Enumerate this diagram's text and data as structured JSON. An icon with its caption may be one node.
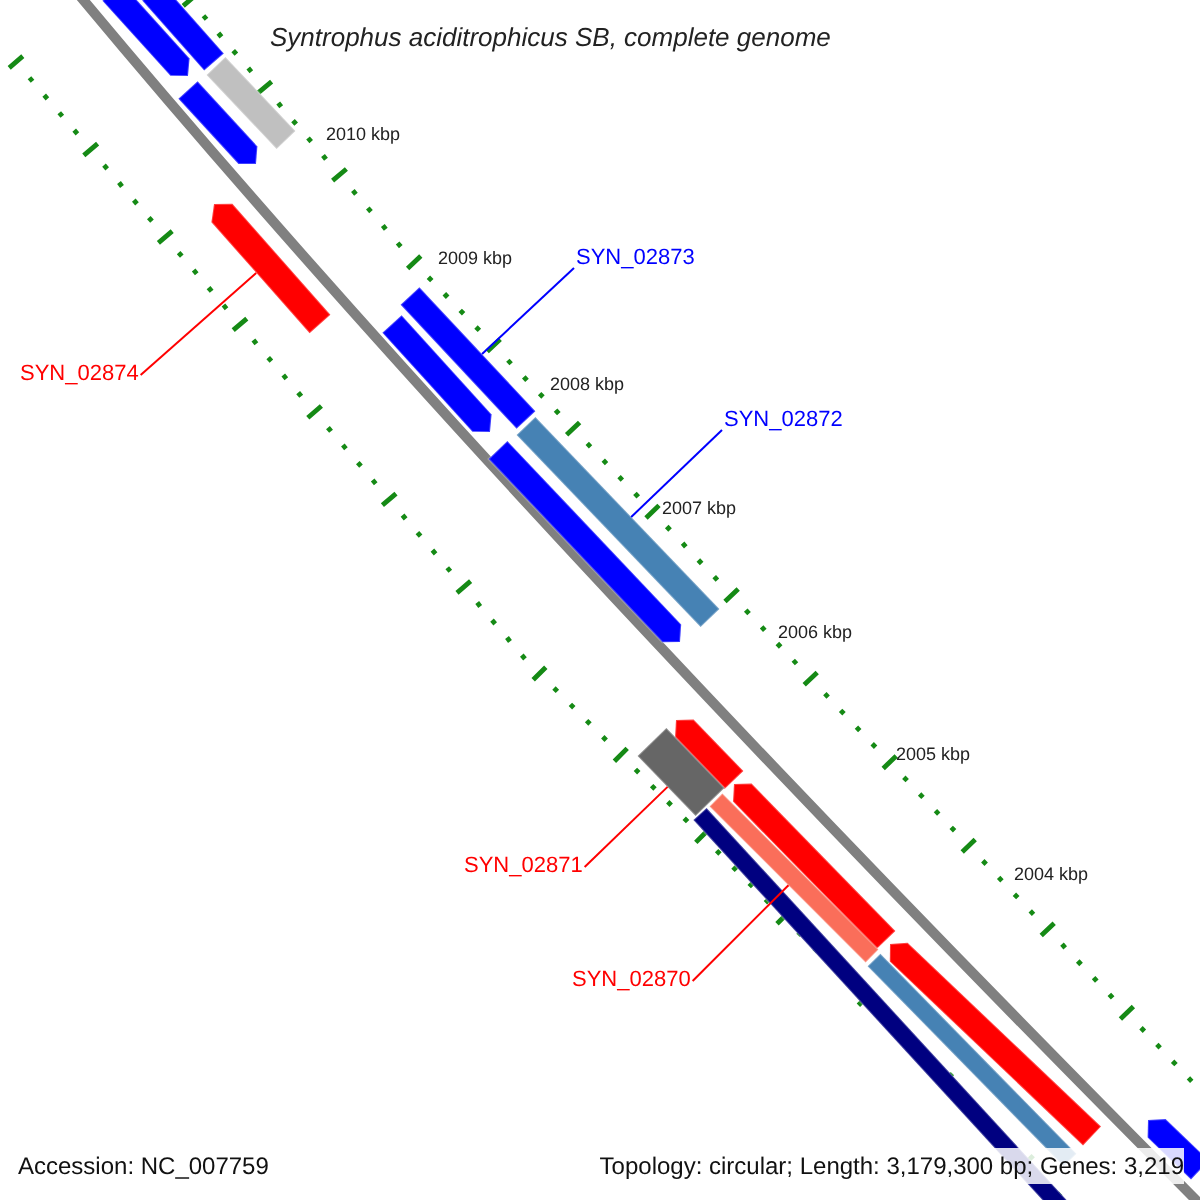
{
  "diagram": {
    "title": "Syntrophus aciditrophicus SB, complete genome",
    "nodes": [
      {
        "text": [
          "SYN_02873"
        ]
      },
      {
        "text": [
          "SYN_02874"
        ]
      },
      {
        "text": [
          "SYN_02872"
        ]
      },
      {
        "text": [
          "SYN_02871"
        ]
      },
      {
        "text": [
          "SYN_02870"
        ]
      },
      {
        "text": [],
        "shape": "arrow"
      },
      {
        "text": [],
        "shape": "bar"
      },
      {
        "text": [],
        "shape": "arrow"
      },
      {
        "text": [],
        "shape": "bar"
      },
      {
        "text": [],
        "shape": "arrow"
      },
      {
        "text": [],
        "shape": "bar"
      },
      {
        "text": [],
        "shape": "arrow"
      },
      {
        "text": [],
        "shape": "arrow"
      },
      {
        "text": [],
        "shape": "bar"
      },
      {
        "text": [],
        "shape": "arrow"
      },
      {
        "text": [],
        "shape": "bar"
      },
      {
        "text": [],
        "shape": "arrow"
      },
      {
        "text": [],
        "shape": "bar"
      },
      {
        "text": [],
        "shape": "bar"
      },
      {
        "text": [],
        "shape": "arrow"
      },
      {
        "text": [],
        "shape": "bar"
      },
      {
        "text": [],
        "shape": "arrow"
      }
    ],
    "edges": [
      {
        "from": 0,
        "to": 10,
        "arrow": "none",
        "color": "#0000ff"
      },
      {
        "from": 1,
        "to": 9,
        "arrow": "none",
        "color": "#ff0000"
      },
      {
        "from": 2,
        "to": 13,
        "arrow": "none",
        "color": "#0000ff"
      },
      {
        "from": 3,
        "to": 15,
        "arrow": "none",
        "color": "#ff0000"
      },
      {
        "from": 4,
        "to": 17,
        "arrow": "none",
        "color": "#ff0000"
      }
    ],
    "labels": [
      "2010 kbp",
      "2009 kbp",
      "2008 kbp",
      "2007 kbp",
      "2006 kbp",
      "2005 kbp",
      "2004 kbp",
      "Accession: NC_007759",
      "Topology: circular; Length: 3,179,300 bp; Genes: 3,219"
    ]
  }
}
